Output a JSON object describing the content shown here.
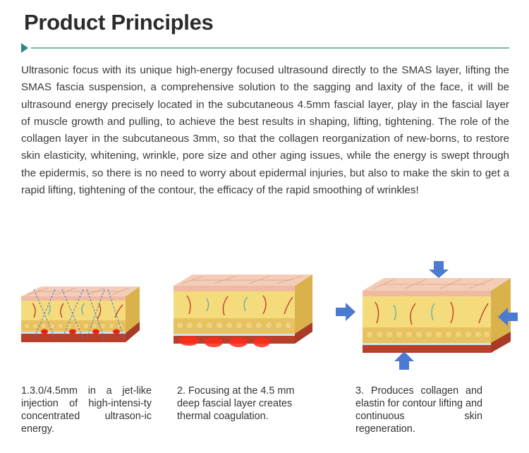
{
  "header": {
    "title": "Product Principles"
  },
  "intro": {
    "paragraph": "Ultrasonic focus with its unique high-energy focused ultrasound directly to the SMAS layer, lifting the SMAS fascia suspension, a comprehensive solution to the sagging and laxity of the face, it will be ultrasound energy precisely located in the subcutaneous 4.5mm fascial layer, play in the fascial layer of muscle growth and pulling, to achieve the best results in shaping, lifting, tightening. The role of the collagen layer in the subcutaneous 3mm, so that the collagen reorganization of new-borns, to restore skin elasticity, whitening, wrinkle, pore size and other aging issues, while the energy is swept through the epidermis, so there is no need to worry about epidermal injuries, but also to make the skin to get a rapid lifting, tightening of the contour, the efficacy of the rapid smoothing of wrinkles!"
  },
  "steps": [
    {
      "caption": "1.3.0/4.5mm in a jet-like injection of high-intensi-ty concentrated ultrason-ic energy."
    },
    {
      "caption": "2. Focusing at the 4.5 mm deep fascial layer creates thermal coagulation."
    },
    {
      "caption": "3. Produces collagen and elastin for contour lifting and continuous skin regeneration."
    }
  ],
  "colors": {
    "accent": "#2e8b7a",
    "skin_top": "#f0c9b4",
    "dermis": "#f2d774",
    "fat": "#e8c466",
    "muscle": "#b8402a",
    "arrow": "#4a7bd1",
    "hotspot": "#e8231a"
  }
}
